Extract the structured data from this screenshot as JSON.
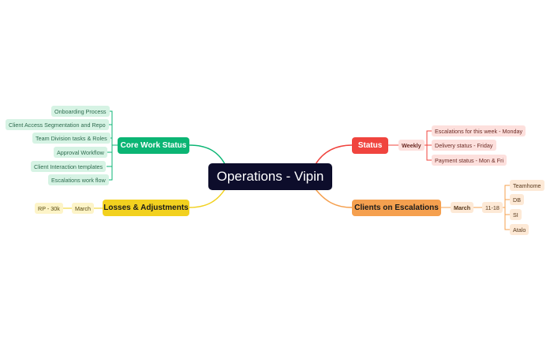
{
  "center": {
    "label": "Operations - Vipin"
  },
  "core_work_status": {
    "label": "Core Work Status",
    "color": "#0bb574",
    "items": [
      "Onboarding Process",
      "Client Access Segmentation and Repo",
      "Team Division tasks & Roles",
      "Approval Workflow",
      "Client Interaction templates",
      "Escalations work flow"
    ]
  },
  "losses": {
    "label": "Losses & Adjustments",
    "color": "#f2d11f",
    "sub": "March",
    "leaf": "RP - 30k"
  },
  "status": {
    "label": "Status",
    "color": "#f0443e",
    "sub": "Weekly",
    "items": [
      "Escalations for this week - Monday",
      "Delivery status - Friday",
      "Payment status - Mon & Fri"
    ]
  },
  "clients": {
    "label": "Clients on Escalations",
    "color": "#f5a04f",
    "sub": "March",
    "sub2": "11-18",
    "items": [
      "Teamhome",
      "DB",
      "SI",
      "Atalo"
    ]
  }
}
